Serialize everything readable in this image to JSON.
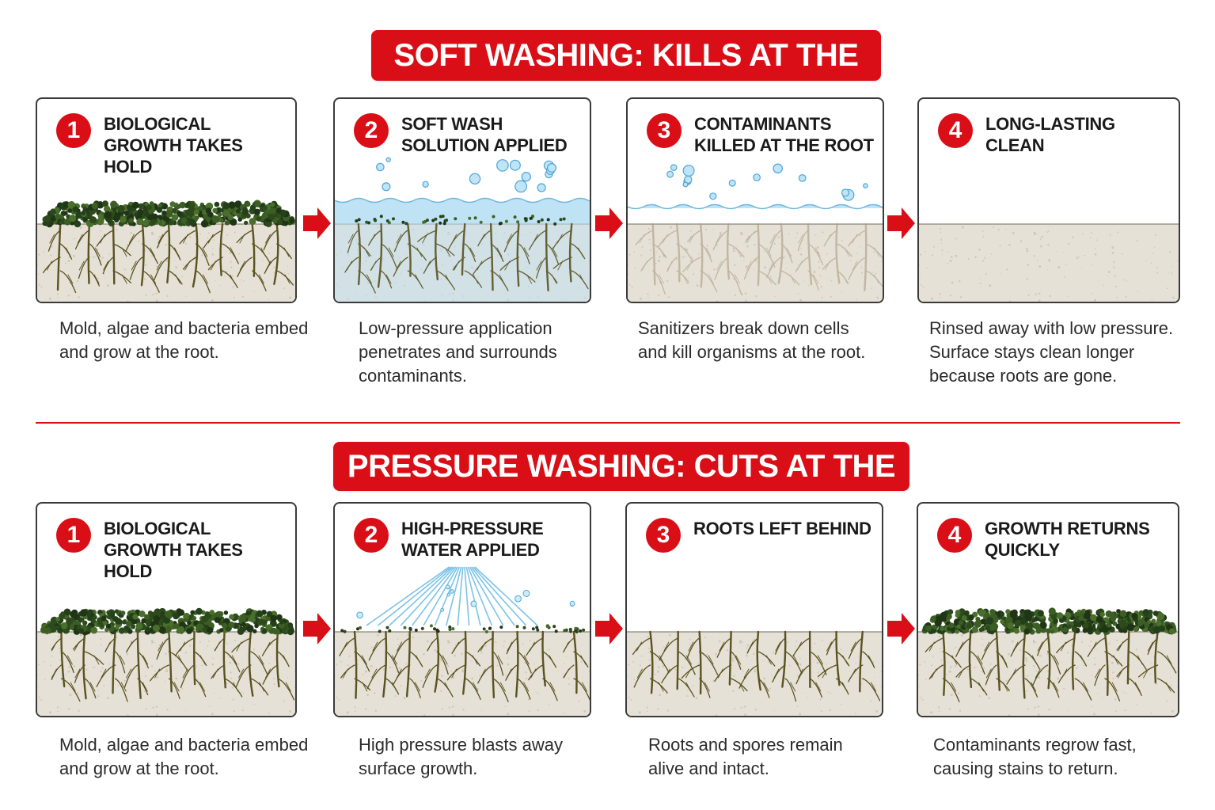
{
  "colors": {
    "accent": "#d90e16",
    "soil": "#e6e1d6",
    "moss": "#2f4a1e",
    "root": "#5a5220",
    "water": "#a9d8f0"
  },
  "soft": {
    "title": "SOFT WASHING: KILLS AT THE ROOT",
    "steps": [
      {
        "num": "1",
        "title": "BIOLOGICAL GROWTH TAKES HOLD",
        "caption": "Mold, algae and bacteria embed and grow at the root."
      },
      {
        "num": "2",
        "title": "SOFT WASH SOLUTION APPLIED",
        "caption": "Low-pressure application penetrates and surrounds contaminants."
      },
      {
        "num": "3",
        "title": "CONTAMINANTS KILLED AT THE ROOT",
        "caption": "Sanitizers break down cells and kill organisms at the root."
      },
      {
        "num": "4",
        "title": "LONG-LASTING CLEAN",
        "caption": "Rinsed away with low pressure. Surface stays clean longer because roots are gone."
      }
    ]
  },
  "pressure": {
    "title": "PRESSURE WASHING: CUTS AT THE SURFACE",
    "steps": [
      {
        "num": "1",
        "title": "BIOLOGICAL GROWTH TAKES HOLD",
        "caption": "Mold, algae and bacteria embed and grow at the root."
      },
      {
        "num": "2",
        "title": "HIGH-PRESSURE WATER APPLIED",
        "caption": "High pressure blasts away surface growth."
      },
      {
        "num": "3",
        "title": "ROOTS LEFT BEHIND",
        "caption": "Roots and spores remain alive and intact."
      },
      {
        "num": "4",
        "title": "GROWTH RETURNS QUICKLY",
        "caption": "Contaminants regrow fast, causing stains to return."
      }
    ]
  }
}
